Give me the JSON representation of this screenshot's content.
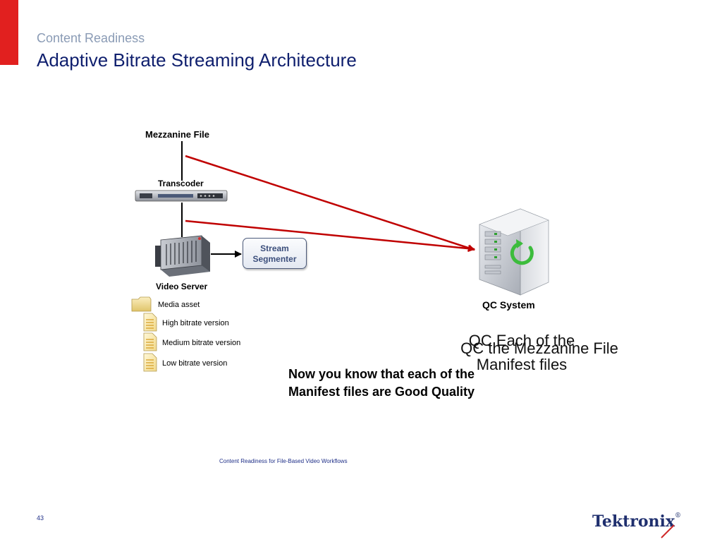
{
  "header": {
    "subtitle": "Content Readiness",
    "title": "Adaptive Bitrate Streaming Architecture"
  },
  "diagram": {
    "mezzanine_label": "Mezzanine File",
    "transcoder_label": "Transcoder",
    "video_server_label": "Video Server",
    "segmenter_line1": "Stream",
    "segmenter_line2": "Segmenter",
    "qc_label": "QC System",
    "files": {
      "media_asset": "Media asset",
      "high": "High bitrate version",
      "medium": "Medium bitrate version",
      "low": "Low bitrate version"
    },
    "qc_each_line1": "QC Each of the",
    "qc_each_line2": "Manifest files",
    "qc_mezzanine": "QC the Mezzanine File",
    "message_line1": "Now you know that each of the",
    "message_line2": "Manifest files are Good Quality",
    "arrow_color": "#c00000"
  },
  "footer": {
    "caption": "Content Readiness for File-Based Video Workflows",
    "page_number": "43",
    "logo": "Tektronix",
    "logo_mark": "®"
  }
}
